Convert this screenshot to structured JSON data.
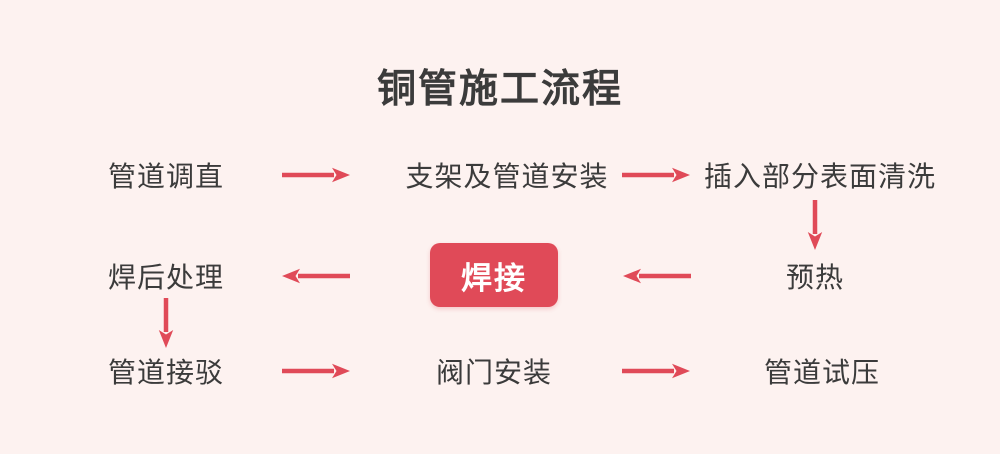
{
  "page": {
    "title": "铜管施工流程",
    "background_color": "#fdf2f0",
    "accent_color": "#e04a58",
    "text_color": "#3b3b3b"
  },
  "flow": {
    "rows": [
      {
        "steps": [
          "管道调直",
          "支架及管道安装",
          "插入部分表面清洗"
        ]
      },
      {
        "steps": [
          "焊后处理",
          "焊接",
          "预热"
        ]
      },
      {
        "steps": [
          "管道接驳",
          "阀门安装",
          "管道试压"
        ]
      }
    ]
  }
}
